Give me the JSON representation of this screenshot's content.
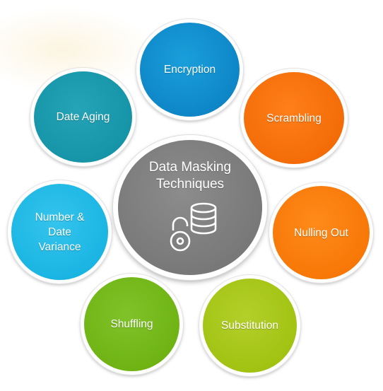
{
  "center": {
    "title": "Data Masking\nTechniques",
    "icon": "database-lock-icon"
  },
  "techniques": [
    {
      "label": "Encryption",
      "color": "#0e86c7"
    },
    {
      "label": "Scrambling",
      "color": "#f36c07"
    },
    {
      "label": "Nulling Out",
      "color": "#f77807"
    },
    {
      "label": "Substitution",
      "color": "#a2c312"
    },
    {
      "label": "Shuffling",
      "color": "#6fb413"
    },
    {
      "label": "Number &\nDate\nVariance",
      "color": "#1ab5e3"
    },
    {
      "label": "Date Aging",
      "color": "#1694a8"
    }
  ]
}
